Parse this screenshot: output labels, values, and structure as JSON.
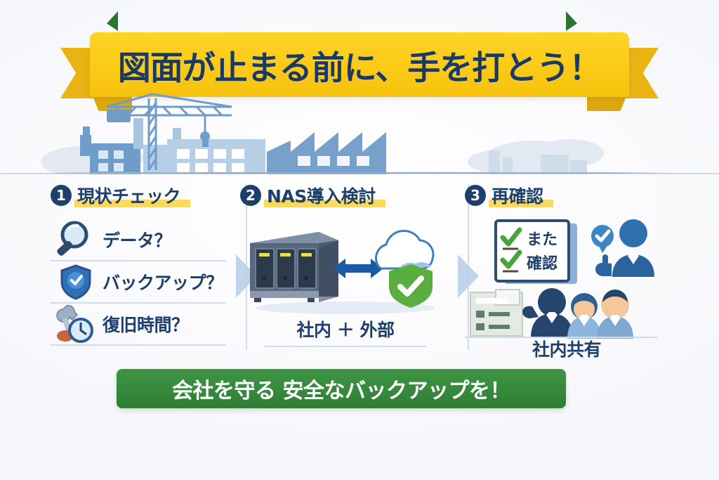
{
  "page": {
    "background_color": "#f7f8fb",
    "navy": "#1d3f6b",
    "yellow": "#fbcb18",
    "highlight_yellow": "#fbd95e",
    "green": "#36893c",
    "light_blue": "#b7cde8"
  },
  "banner": {
    "title": "図面が止まる前に、手を打とう！",
    "color": "#fbcb18",
    "text_color": "#1b3a63"
  },
  "hero": {
    "illustration_name": "factory-construction-skyline"
  },
  "columns": [
    {
      "number": "❶",
      "number_plain": "1",
      "heading": "現状チェック",
      "items": [
        {
          "icon": "magnifier-icon",
          "label": "データ？"
        },
        {
          "icon": "shield-check-icon",
          "label": "バックアップ？"
        },
        {
          "icon": "wrench-clock-icon",
          "label": "復旧時間？"
        }
      ]
    },
    {
      "number": "❷",
      "number_plain": "2",
      "heading": "NAS導入検討",
      "illustration_name": "nas-cloud-shield",
      "caption": "社内 ＋ 外部"
    },
    {
      "number": "❸",
      "number_plain": "3",
      "heading": "再確認",
      "illustration_name": "checklist-people",
      "checklist": [
        {
          "icon": "green-check-icon",
          "label": "また"
        },
        {
          "icon": "green-check-icon",
          "label": "確認"
        }
      ],
      "caption": "社内共有"
    }
  ],
  "footer": {
    "text": "会社を守る 安全なバックアップを！",
    "color": "#36893c",
    "text_color": "#ffffff"
  }
}
